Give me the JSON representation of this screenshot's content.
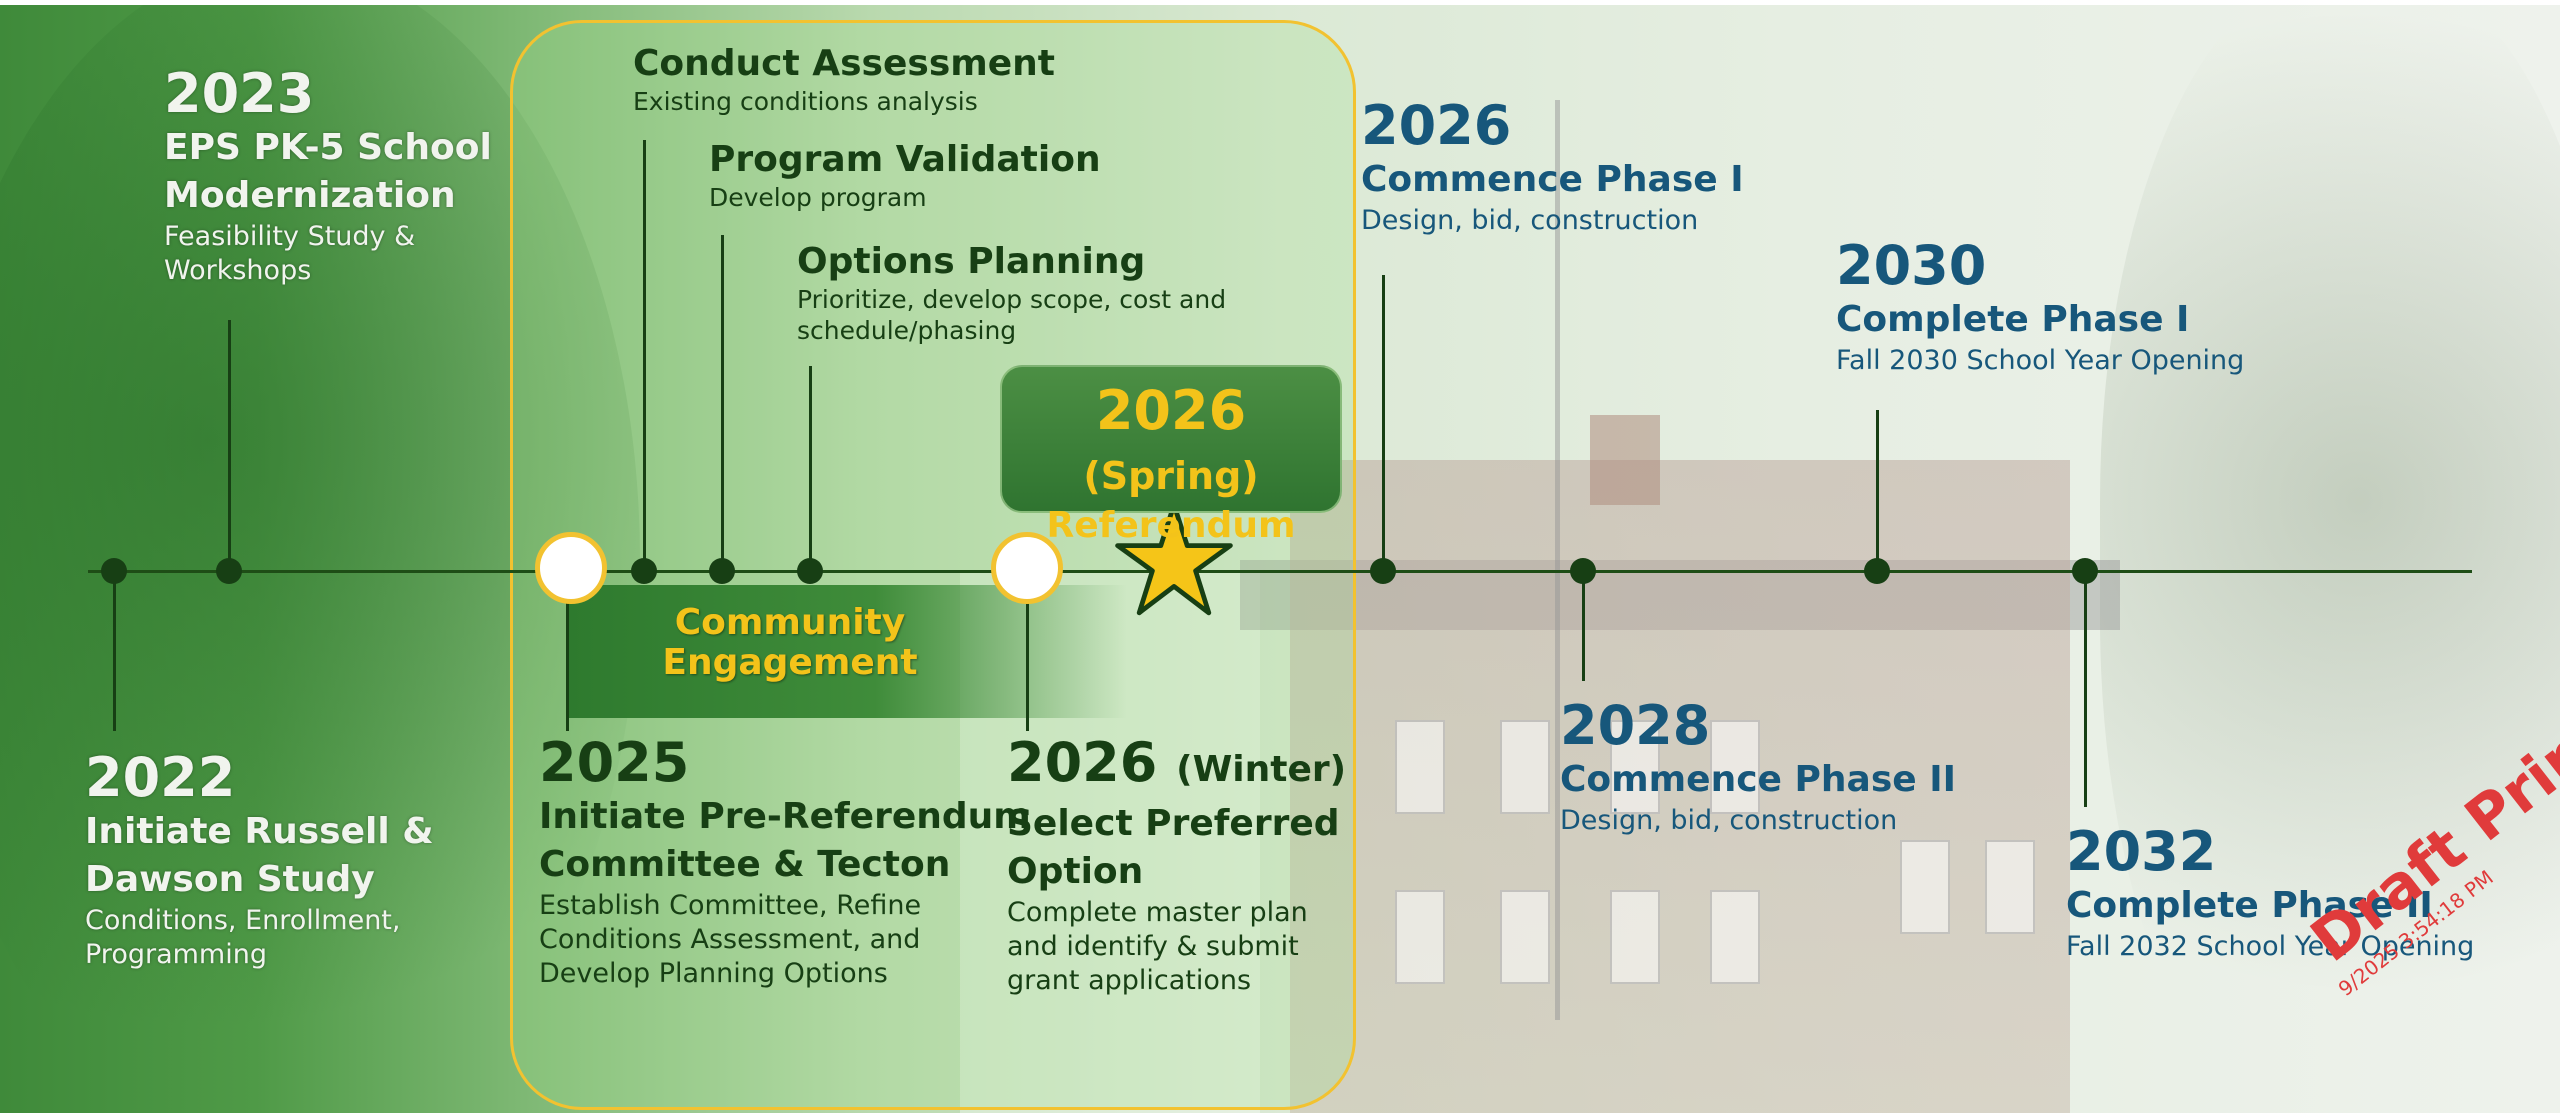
{
  "events": {
    "e2023": {
      "year": "2023",
      "title_line1": "EPS PK-5 School",
      "title_line2": "Modernization",
      "desc_line1": "Feasibility Study &",
      "desc_line2": "Workshops"
    },
    "e2022": {
      "year": "2022",
      "title_line1": "Initiate Russell &",
      "title_line2": "Dawson Study",
      "desc_line1": "Conditions, Enrollment,",
      "desc_line2": "Programming"
    },
    "assessment": {
      "title": "Conduct Assessment",
      "desc": "Existing conditions analysis"
    },
    "validation": {
      "title": "Program Validation",
      "desc": "Develop program"
    },
    "options": {
      "title": "Options Planning",
      "desc_line1": "Prioritize, develop scope, cost and",
      "desc_line2": "schedule/phasing"
    },
    "e2025": {
      "year": "2025",
      "title_line1": "Initiate Pre-Referendum",
      "title_line2": "Committee & Tecton",
      "desc_line1": "Establish Committee, Refine",
      "desc_line2": "Conditions Assessment, and",
      "desc_line3": "Develop Planning Options"
    },
    "winter": {
      "year": "2026",
      "season": "(Winter)",
      "title_line1": "Select Preferred",
      "title_line2": "Option",
      "desc_line1": "Complete master plan",
      "desc_line2": "and identify & submit",
      "desc_line3": "grant applications"
    },
    "referendum": {
      "year": "2026",
      "season": "(Spring)",
      "label": "Referendum"
    },
    "phase1": {
      "year": "2026",
      "title": "Commence Phase I",
      "desc": "Design, bid, construction"
    },
    "phase1done": {
      "year": "2030",
      "title": "Complete Phase I",
      "desc": "Fall 2030 School Year Opening"
    },
    "phase2": {
      "year": "2028",
      "title": "Commence Phase II",
      "desc": "Design, bid, construction"
    },
    "phase2done": {
      "year": "2032",
      "title": "Complete Phase II",
      "desc": "Fall 2032 School Year Opening"
    }
  },
  "community": {
    "line1": "Community",
    "line2": "Engagement"
  },
  "stamp": {
    "label": "Draft Print",
    "timestamp": "9/2025 3:54:18 PM"
  },
  "colors": {
    "dark_green": "#173f14",
    "gold": "#f2c230",
    "blue": "#17577b"
  }
}
